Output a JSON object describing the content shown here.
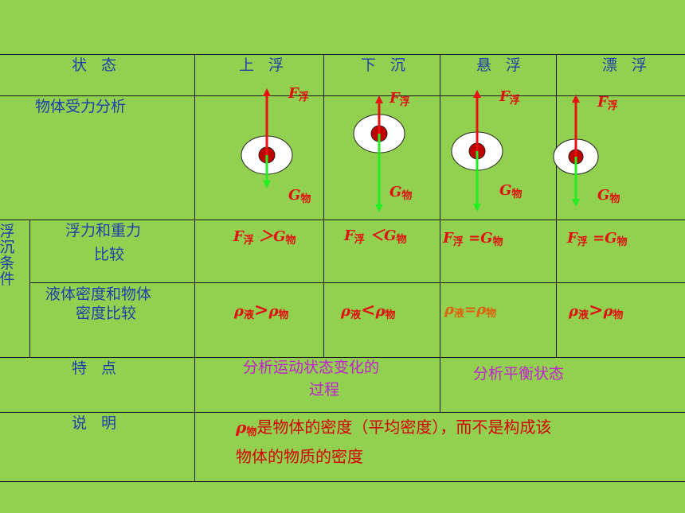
{
  "header": {
    "state": "状 态",
    "cols": [
      "上 浮",
      "下 沉",
      "悬 浮",
      "漂 浮"
    ]
  },
  "rows": {
    "force_analysis": "物体受力分析",
    "condition_group": "浮沉条件",
    "compare_force_1": "浮力和重力",
    "compare_force_2": "比较",
    "compare_density_1": "液体密度和物体",
    "compare_density_2": "密度比较",
    "feature": "特 点",
    "explain": "说 明"
  },
  "force_labels": {
    "F": "F",
    "buoy_sub": "浮",
    "G": "G",
    "obj_sub": "物",
    "liq_sub": "液",
    "rho": "ρ"
  },
  "force_compare": [
    {
      "op": "＞"
    },
    {
      "op": "＜"
    },
    {
      "op": "="
    },
    {
      "op": "="
    }
  ],
  "density_compare": [
    {
      "op": ">"
    },
    {
      "op": "<"
    },
    {
      "op": "="
    },
    {
      "op": ">"
    }
  ],
  "features": {
    "motion_1": "分析运动状态变化的",
    "motion_2": "过程",
    "balance": "分析平衡状态"
  },
  "explanation": {
    "rho_obj": "ρ",
    "sub": "物",
    "line_1": "是物体的密度（平均密度），而不是构成该",
    "line_2": "物体的物质的密度"
  },
  "colors": {
    "background": "#92d050",
    "buoyancy_arrow": "#e81010",
    "gravity_arrow": "#22ee22",
    "header_text": "#1f3fa8",
    "formula_text": "#e01010",
    "feature_text": "#c020d0"
  }
}
